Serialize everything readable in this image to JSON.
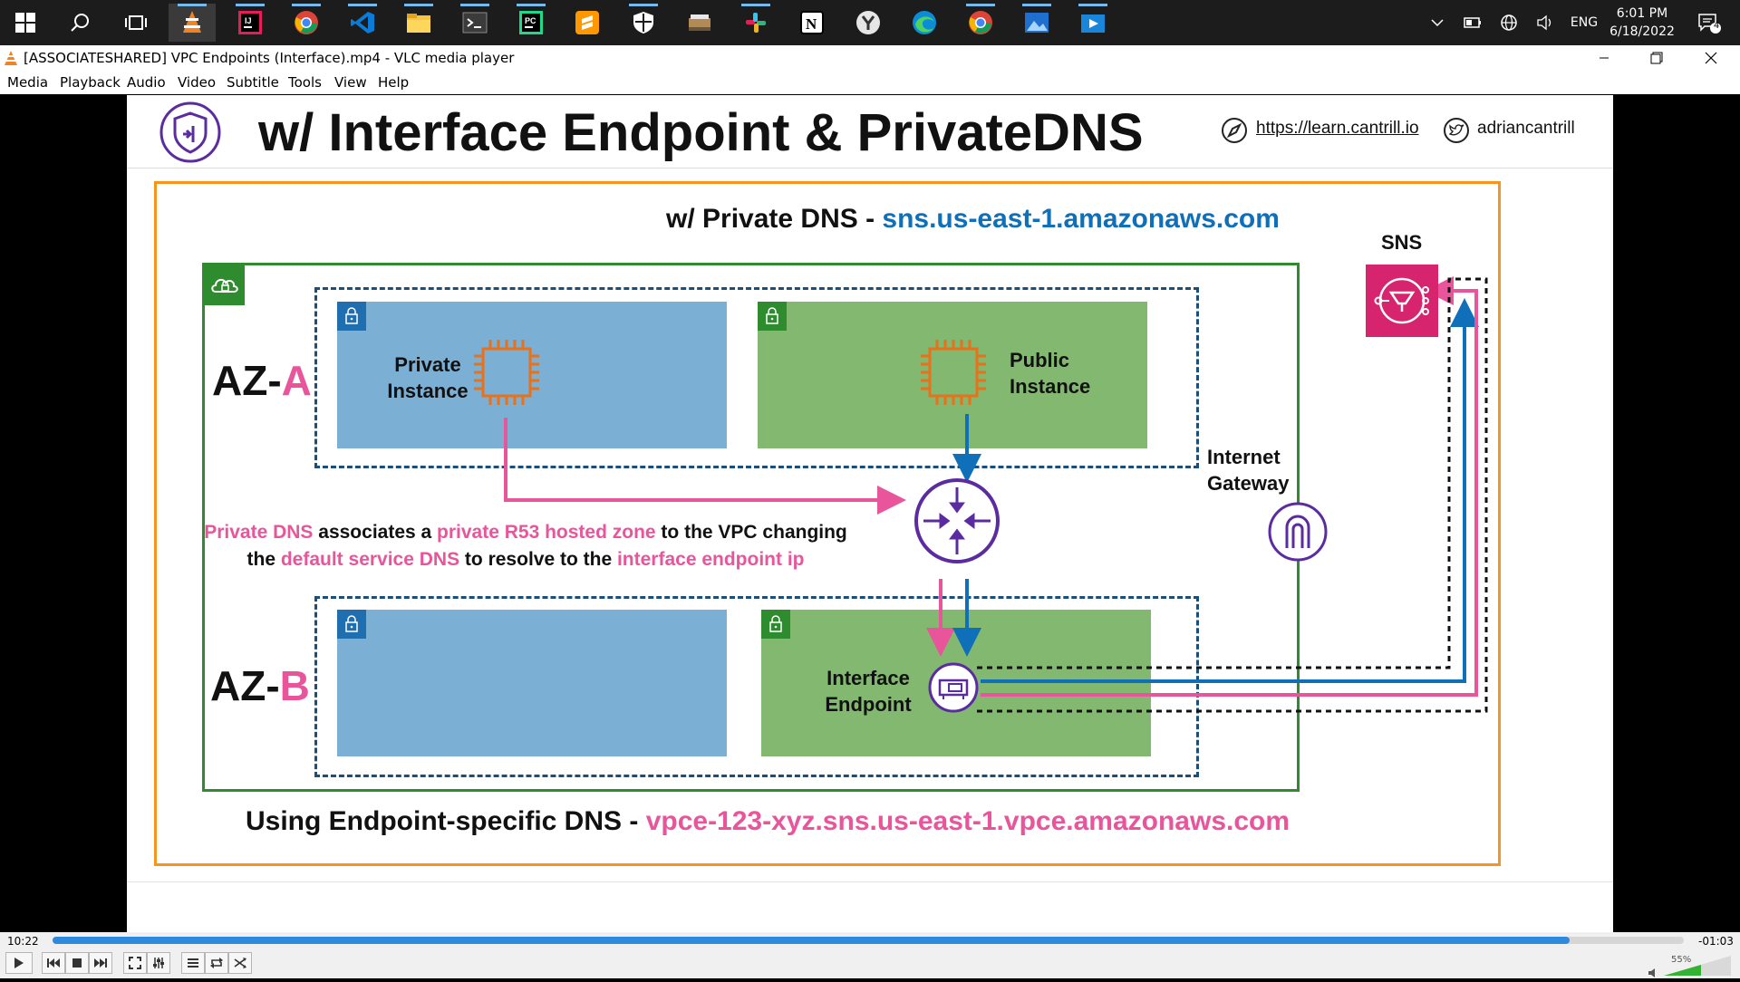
{
  "taskbar": {
    "icons": [
      "windows-start-icon",
      "search-icon",
      "task-view-icon",
      "vlc-icon",
      "intellij-icon",
      "chrome-icon",
      "vscode-icon",
      "file-explorer-icon",
      "terminal-icon",
      "pycharm-icon",
      "sublime-icon",
      "security-icon",
      "app-icon",
      "slack-icon",
      "notion-icon",
      "clock-app-icon",
      "edge-icon",
      "chrome-icon",
      "photos-icon",
      "video-app-icon"
    ],
    "tray": {
      "lang": "ENG",
      "time": "6:01 PM",
      "date": "6/18/2022",
      "notifications": "4"
    }
  },
  "window": {
    "title": "[ASSOCIATESHARED] VPC Endpoints (Interface).mp4 - VLC media player",
    "menu": [
      "Media",
      "Playback",
      "Audio",
      "Video",
      "Subtitle",
      "Tools",
      "View",
      "Help"
    ]
  },
  "slide": {
    "heading": "w/ Interface Endpoint & PrivateDNS",
    "link": "https://learn.cantrill.io",
    "handle": "adriancantrill",
    "private_dns_prefix": "w/ Private DNS - ",
    "private_dns_value": "sns.us-east-1.amazonaws.com",
    "sns_label": "SNS",
    "az_a_prefix": "AZ-",
    "az_a_letter": "A",
    "az_b_prefix": "AZ-",
    "az_b_letter": "B",
    "private_instance_1": "Private",
    "private_instance_2": "Instance",
    "public_instance_1": "Public",
    "public_instance_2": "Instance",
    "igw_1": "Internet",
    "igw_2": "Gateway",
    "endpoint_1": "Interface",
    "endpoint_2": "Endpoint",
    "note_line1": [
      {
        "t": "Private DNS",
        "pink": true
      },
      {
        "t": " associates a ",
        "pink": false
      },
      {
        "t": "private R53 hosted zone",
        "pink": true
      },
      {
        "t": " to the VPC changing",
        "pink": false
      }
    ],
    "note_line2": [
      {
        "t": "the ",
        "pink": false
      },
      {
        "t": "default service DNS",
        "pink": true
      },
      {
        "t": " to resolve to the ",
        "pink": false
      },
      {
        "t": "interface endpoint ip",
        "pink": true
      }
    ],
    "endpoint_dns_prefix": "Using Endpoint-specific DNS - ",
    "endpoint_dns_value": "vpce-123-xyz.sns.us-east-1.vpce.amazonaws.com"
  },
  "controls": {
    "elapsed": "10:22",
    "remaining": "-01:03",
    "progress_fraction": 0.93,
    "volume_percent": "55%"
  },
  "colors": {
    "pink": "#e8559b",
    "blue": "#0f6fb8",
    "vpc_green": "#2e8b2e",
    "orange": "#f7941d",
    "subnet_blue": "#7bafd4",
    "subnet_green": "#82b86f",
    "purple": "#5b2ca0"
  }
}
